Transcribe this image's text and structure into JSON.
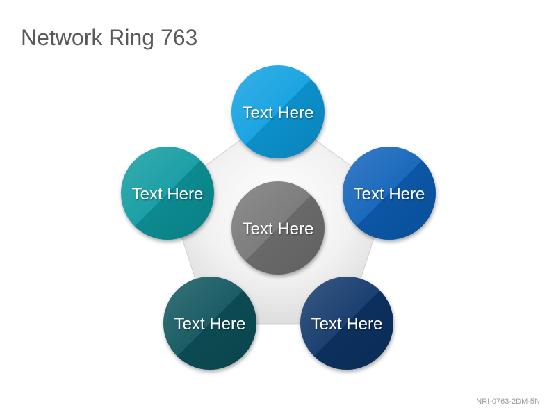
{
  "title": "Network Ring 763",
  "code": "NRI-0763-2DM-5N",
  "center": {
    "label": "Text Here",
    "color": "#747474"
  },
  "nodes": [
    {
      "label": "Text Here",
      "color": "#0a9fe0"
    },
    {
      "label": "Text Here",
      "color": "#0960b8"
    },
    {
      "label": "Text Here",
      "color": "#0a3467"
    },
    {
      "label": "Text Here",
      "color": "#0a525c"
    },
    {
      "label": "Text Here",
      "color": "#0a9aa0"
    }
  ]
}
